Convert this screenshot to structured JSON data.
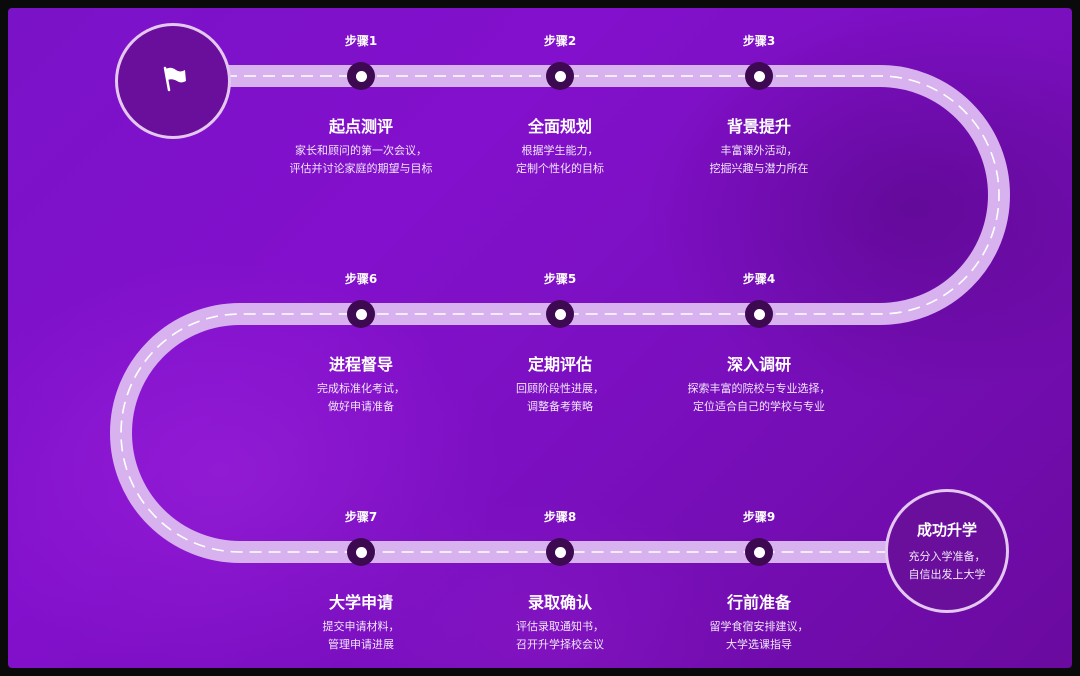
{
  "start": {
    "icon": "flag-icon"
  },
  "steps": [
    {
      "label": "步骤1",
      "title": "起点测评",
      "desc": [
        "家长和顾问的第一次会议，",
        "评估并讨论家庭的期望与目标"
      ]
    },
    {
      "label": "步骤2",
      "title": "全面规划",
      "desc": [
        "根据学生能力，",
        "定制个性化的目标"
      ]
    },
    {
      "label": "步骤3",
      "title": "背景提升",
      "desc": [
        "丰富课外活动，",
        "挖掘兴趣与潜力所在"
      ]
    },
    {
      "label": "步骤4",
      "title": "深入调研",
      "desc": [
        "探索丰富的院校与专业选择，",
        "定位适合自己的学校与专业"
      ]
    },
    {
      "label": "步骤5",
      "title": "定期评估",
      "desc": [
        "回顾阶段性进展，",
        "调整备考策略"
      ]
    },
    {
      "label": "步骤6",
      "title": "进程督导",
      "desc": [
        "完成标准化考试，",
        "做好申请准备"
      ]
    },
    {
      "label": "步骤7",
      "title": "大学申请",
      "desc": [
        "提交申请材料，",
        "管理申请进展"
      ]
    },
    {
      "label": "步骤8",
      "title": "录取确认",
      "desc": [
        "评估录取通知书，",
        "召开升学择校会议"
      ]
    },
    {
      "label": "步骤9",
      "title": "行前准备",
      "desc": [
        "留学食宿安排建议，",
        "大学选课指导"
      ]
    }
  ],
  "finish": {
    "title": "成功升学",
    "desc": [
      "充分入学准备，",
      "自信出发上大学"
    ]
  },
  "colors": {
    "road": "#d7b2ee",
    "node": "#3d0a52",
    "dash": "#ffffff"
  }
}
